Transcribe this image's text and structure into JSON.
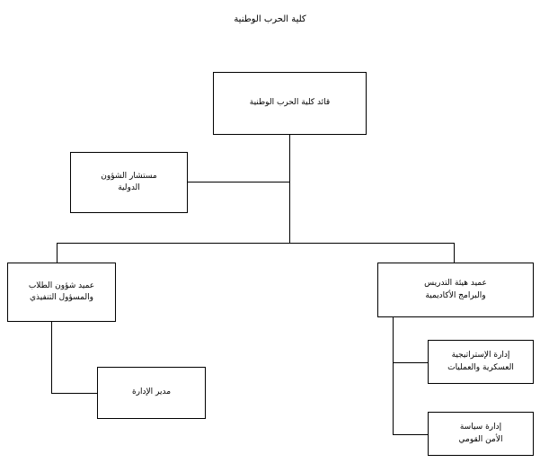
{
  "chart": {
    "title": "كلية الحرب الوطنية",
    "type": "org-chart",
    "background_color": "#ffffff",
    "line_color": "#000000",
    "text_color": "#000000",
    "nodes": {
      "commander": "قائد كلية الحرب الوطنية",
      "international_affairs_advisor": "مستشار الشؤون\nالدولية",
      "student_affairs_dean": "عميد شؤون الطلاب\nوالمسؤول التنفيذي",
      "faculty_dean": "عميد هيئة التدريس\nوالبرامج الأكاديمية",
      "admin_director": "مدير الإدارة",
      "military_strategy_dept": "إدارة الإستراتيجية\nالعسكرية والعمليات",
      "national_security_policy_dept": "إدارة سياسة\nالأمن القومي"
    }
  }
}
